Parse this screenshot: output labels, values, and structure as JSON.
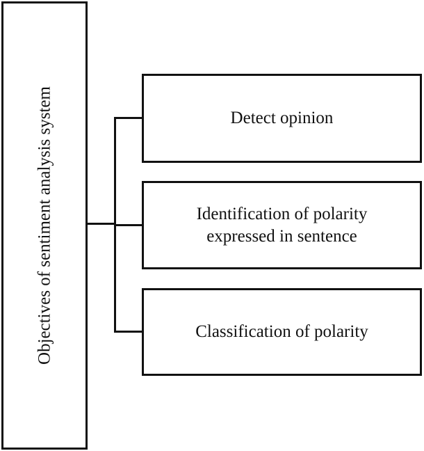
{
  "diagram": {
    "root": {
      "label": "Objectives of sentiment analysis system"
    },
    "children": [
      {
        "label": "Detect opinion"
      },
      {
        "label": "Identification of polarity\nexpressed in sentence"
      },
      {
        "label": "Classification of polarity"
      }
    ]
  }
}
